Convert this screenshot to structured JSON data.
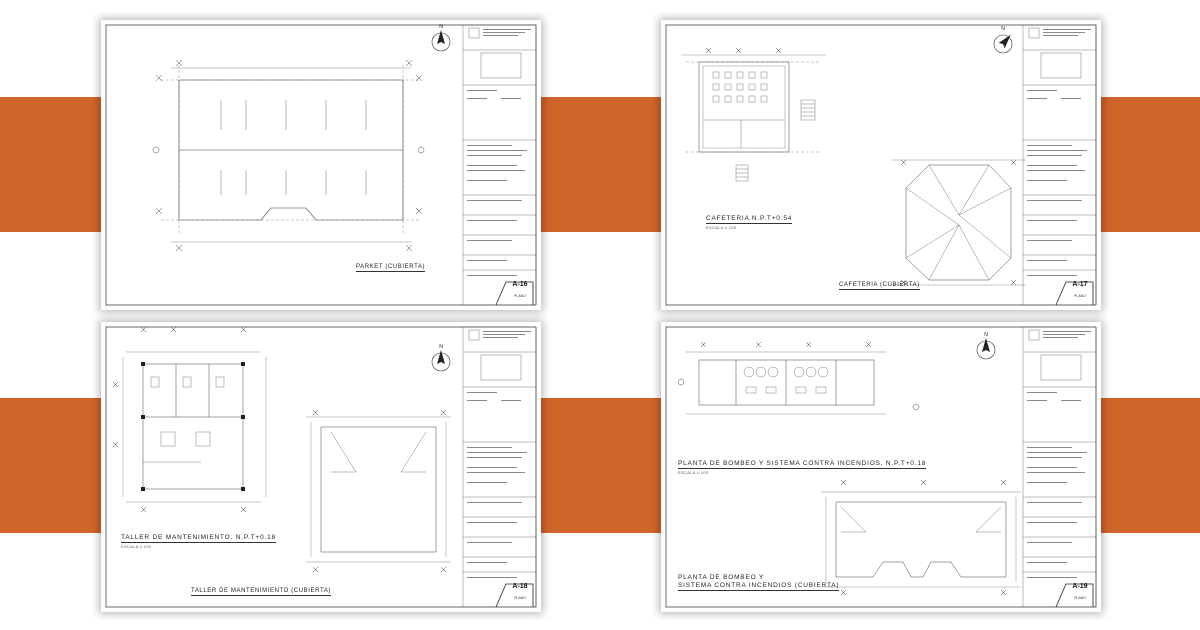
{
  "colors": {
    "band": "#d0652a",
    "line": "#333333",
    "paper": "#ffffff"
  },
  "sheets": [
    {
      "number": "A-16",
      "lamina": "PLANO",
      "titles": [
        "PARKET (CUBIERTA)"
      ],
      "scales": [
        ""
      ]
    },
    {
      "number": "A-17",
      "lamina": "PLANO",
      "titles": [
        "CAFETERIA N.P.T+0.54",
        "CAFETERIA (CUBIERTA)"
      ],
      "scales": [
        "ESCALA 1:100",
        ""
      ]
    },
    {
      "number": "A-18",
      "lamina": "PLANO",
      "titles": [
        "TALLER DE MANTENIMIENTO, N.P.T+0.18",
        "TALLER DE MANTENIMIENTO (CUBIERTA)"
      ],
      "scales": [
        "ESCALA 1:100",
        ""
      ]
    },
    {
      "number": "A-19",
      "lamina": "PLANO",
      "titles": [
        "PLANTA DE BOMBEO Y SISTEMA CONTRA INCENDIOS, N.P.T+0.18",
        "PLANTA DE BOMBEO Y",
        "SISTEMA CONTRA INCENDIOS (CUBIERTA)"
      ],
      "scales": [
        "ESCALA 1:100",
        ""
      ]
    }
  ],
  "icons": {
    "north": "north-arrow-icon"
  }
}
